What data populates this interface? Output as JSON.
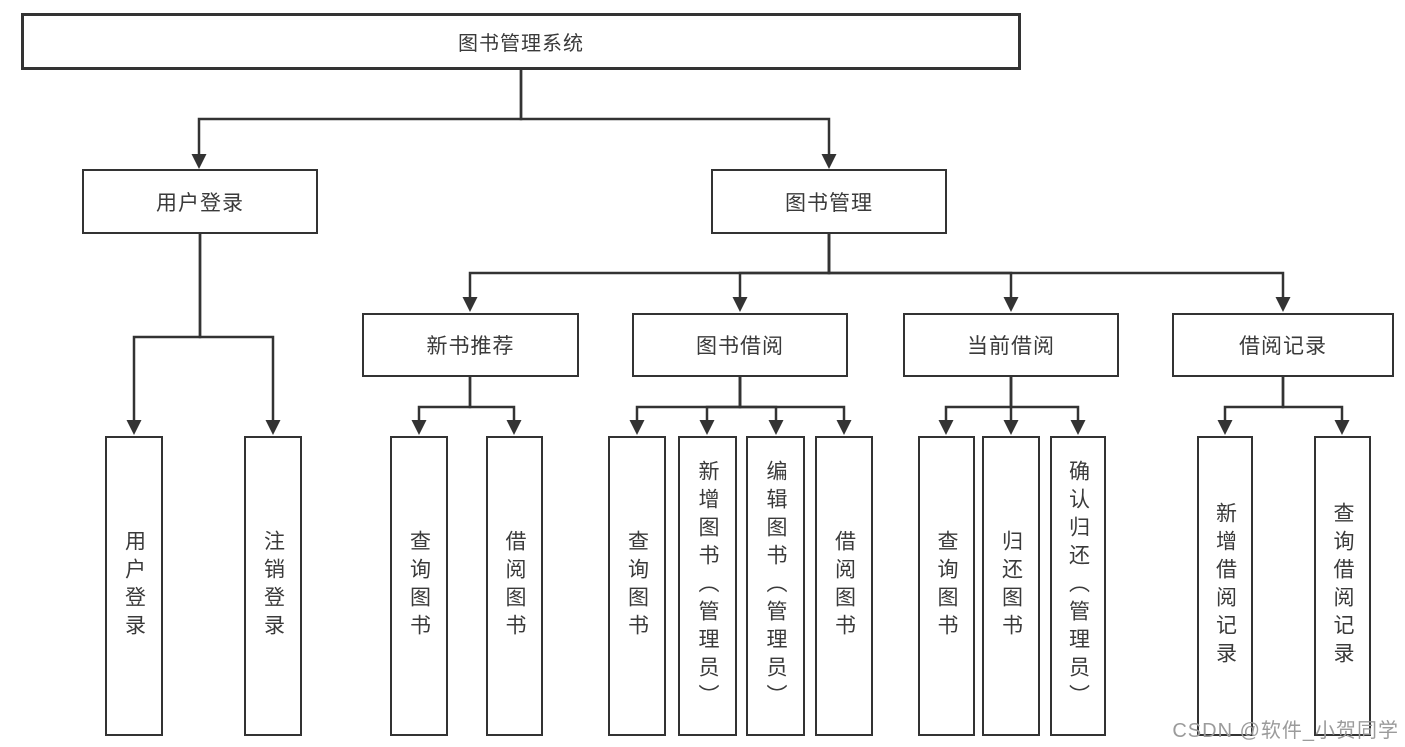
{
  "diagram": {
    "root": {
      "label": "图书管理系统"
    },
    "branches": [
      {
        "label": "用户登录",
        "children": [
          {
            "label": "用户登录"
          },
          {
            "label": "注销登录"
          }
        ]
      },
      {
        "label": "图书管理",
        "children": [
          {
            "label": "新书推荐",
            "children": [
              {
                "label": "查询图书"
              },
              {
                "label": "借阅图书"
              }
            ]
          },
          {
            "label": "图书借阅",
            "children": [
              {
                "label": "查询图书"
              },
              {
                "label": "新增图书（管理员）"
              },
              {
                "label": "编辑图书（管理员）"
              },
              {
                "label": "借阅图书"
              }
            ]
          },
          {
            "label": "当前借阅",
            "children": [
              {
                "label": "查询图书"
              },
              {
                "label": "归还图书"
              },
              {
                "label": "确认归还（管理员）"
              }
            ]
          },
          {
            "label": "借阅记录",
            "children": [
              {
                "label": "新增借阅记录"
              },
              {
                "label": "查询借阅记录"
              }
            ]
          }
        ]
      }
    ]
  },
  "watermark": {
    "text": "CSDN @软件_小贺同学"
  },
  "colors": {
    "line": "#333333",
    "text": "#3a3a3a",
    "watermark": "#9b9b9b",
    "background": "#ffffff"
  }
}
